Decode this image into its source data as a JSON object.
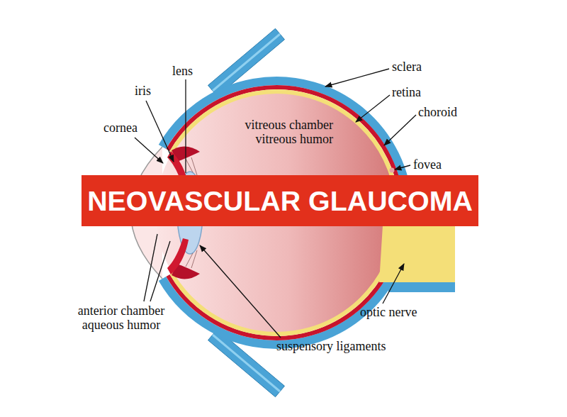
{
  "diagram": {
    "nodes": [
      {
        "text": [
          "NEOVASCULAR GLAUCOMA"
        ]
      }
    ],
    "labels": [
      "lens",
      "iris",
      "cornea",
      "sclera",
      "retina",
      "choroid",
      "vitreous chamber vitreous humor",
      "fovea",
      "anterior chamber aqueous humor",
      "optic nerve",
      "suspensory ligaments"
    ]
  }
}
